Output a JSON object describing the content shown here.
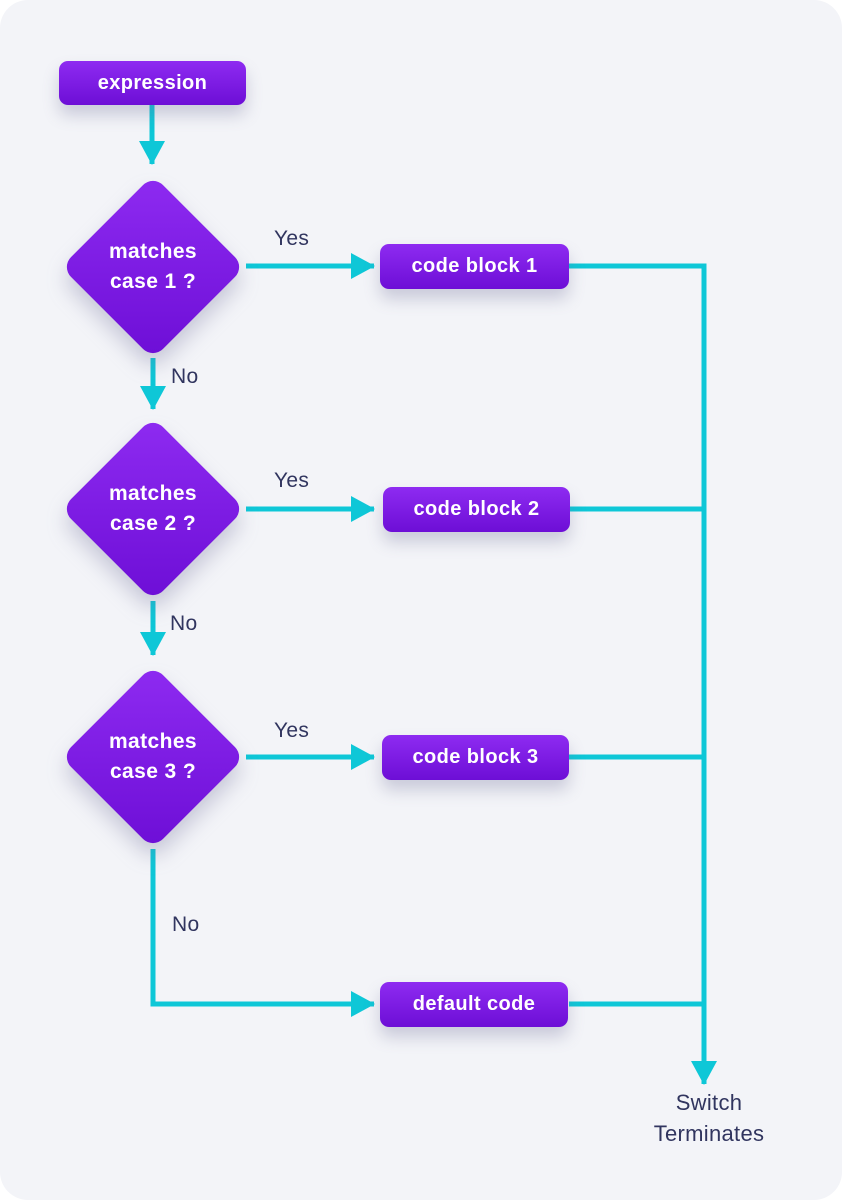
{
  "palette": {
    "background": "#f3f4f8",
    "node_purple_top": "#8e2bf1",
    "node_purple_bottom": "#6d0ed6",
    "connector_teal": "#0ec7d7",
    "label_navy": "#31355f",
    "node_text": "#ffffff"
  },
  "nodes": {
    "start": {
      "label": "expression"
    },
    "decisions": [
      {
        "line1": "matches",
        "line2": "case 1 ?"
      },
      {
        "line1": "matches",
        "line2": "case 2 ?"
      },
      {
        "line1": "matches",
        "line2": "case 3 ?"
      }
    ],
    "code_blocks": [
      {
        "label": "code block 1"
      },
      {
        "label": "code block 2"
      },
      {
        "label": "code block 3"
      }
    ],
    "default_block": {
      "label": "default code"
    }
  },
  "edge_labels": {
    "yes1": "Yes",
    "no1": "No",
    "yes2": "Yes",
    "no2": "No",
    "yes3": "Yes",
    "no3": "No"
  },
  "terminal": {
    "line1": "Switch",
    "line2": "Terminates"
  }
}
